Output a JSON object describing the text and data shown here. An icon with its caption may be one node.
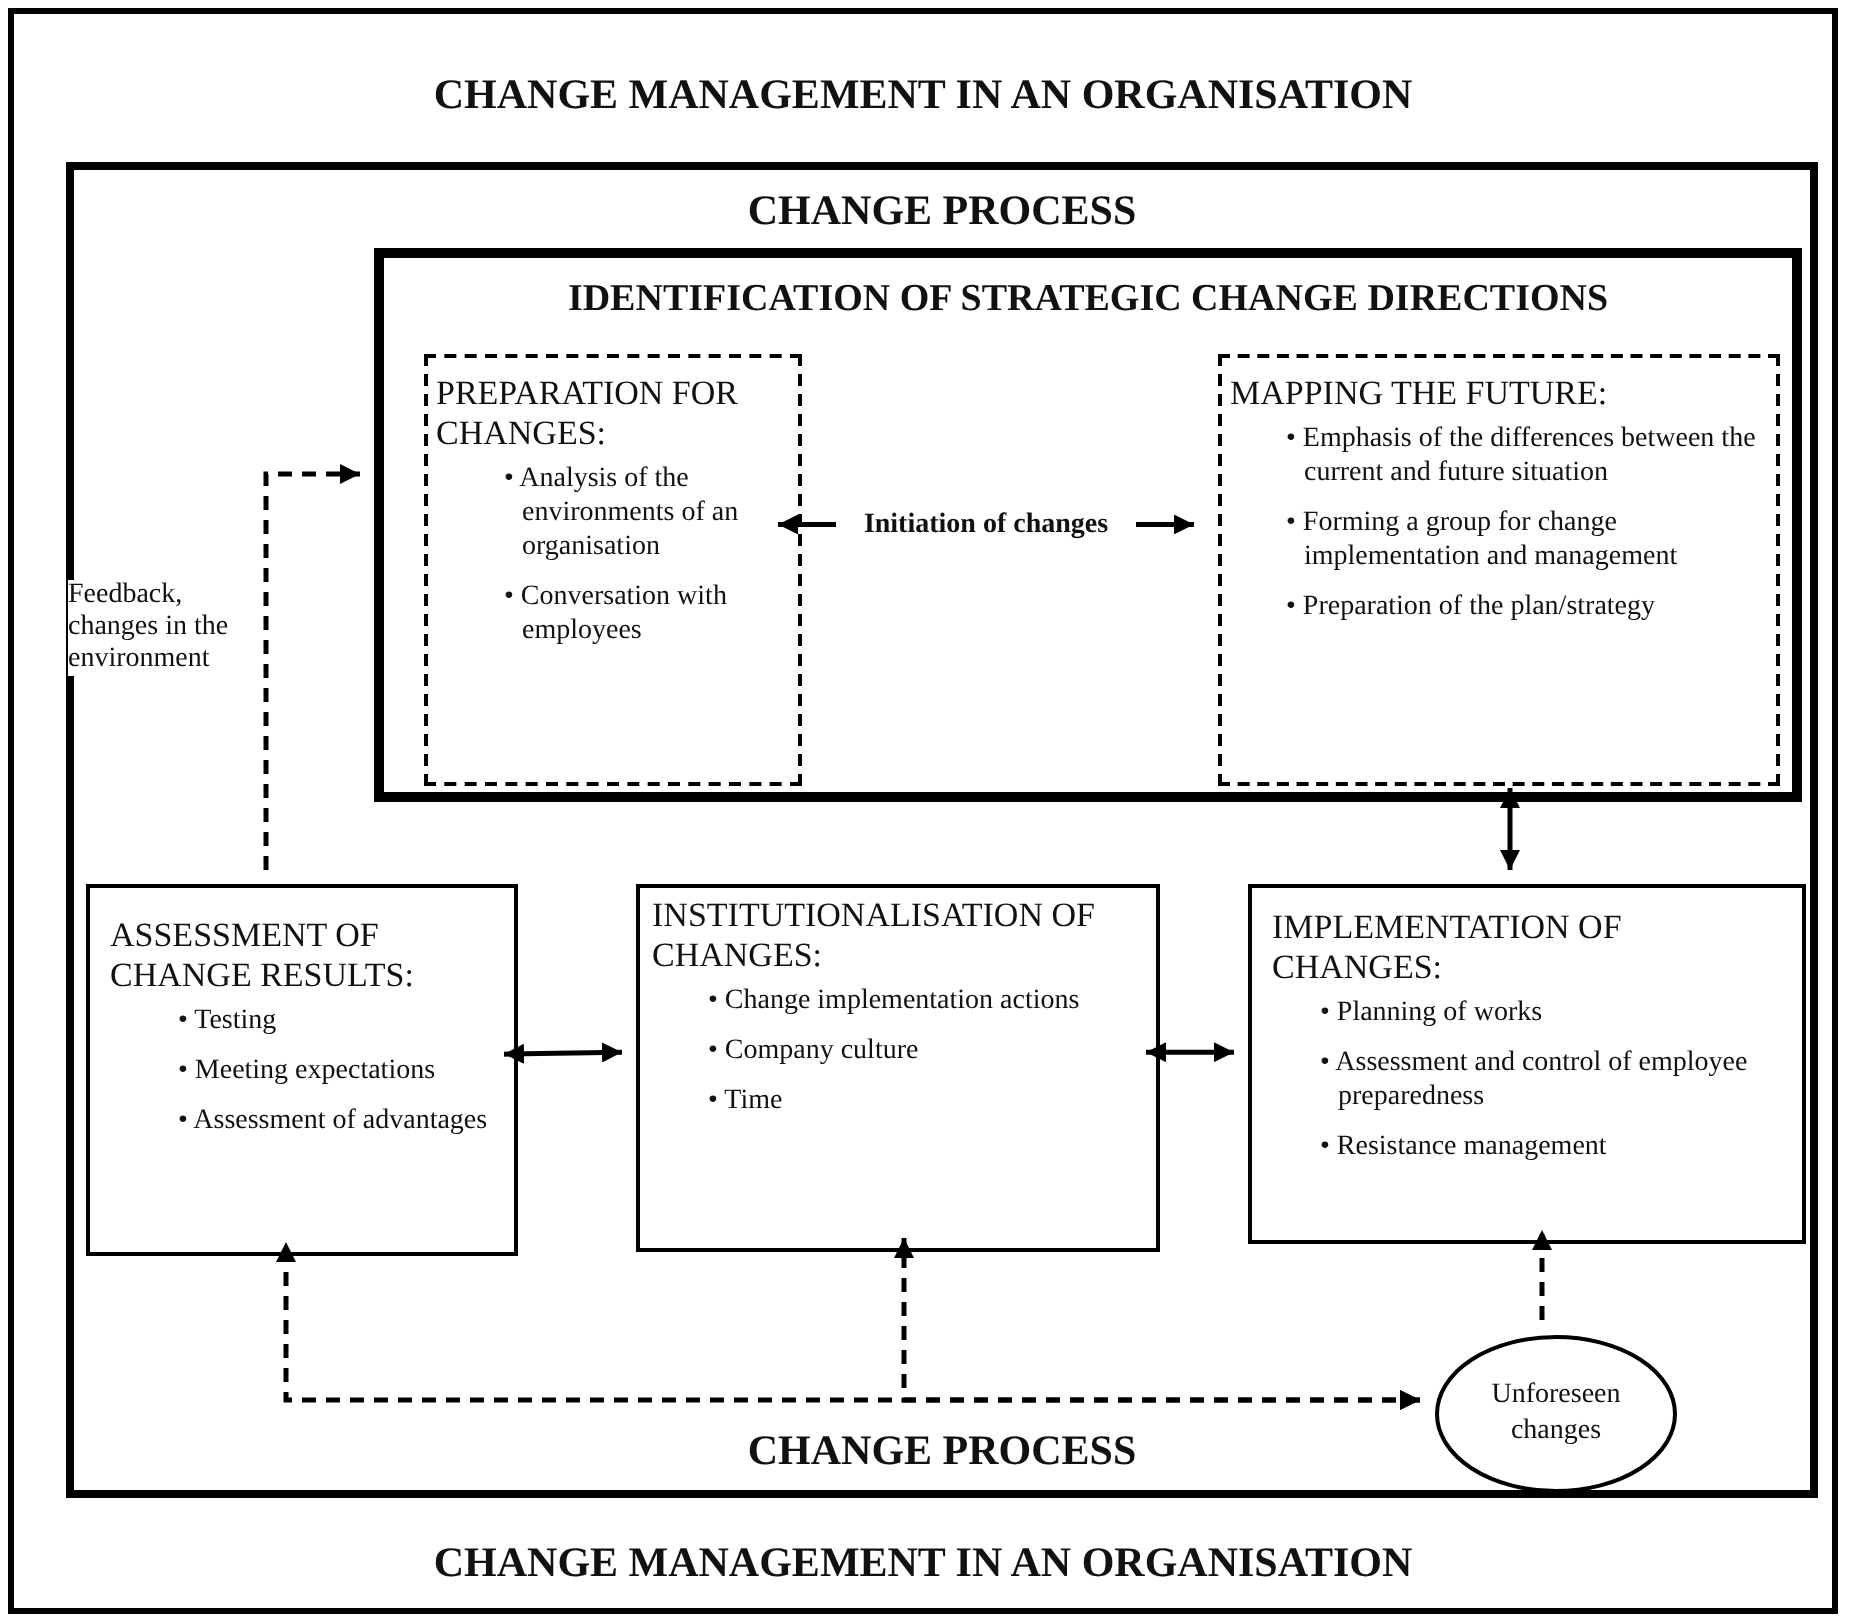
{
  "diagram": {
    "nodes": [
      {
        "text": [
          "CHANGE MANAGEMENT IN AN ORGANISATION",
          "CHANGE MANAGEMENT IN AN ORGANISATION"
        ]
      },
      {
        "text": [
          "CHANGE PROCESS",
          "CHANGE PROCESS"
        ],
        "in": 0
      },
      {
        "text": [
          "IDENTIFICATION OF STRATEGIC CHANGE DIRECTIONS"
        ],
        "in": 1
      },
      {
        "text": [
          "PREPARATION FOR CHANGES:",
          "• Analysis of the environments of an organisation",
          "• Conversation with employees"
        ],
        "in": 2
      },
      {
        "text": [
          "MAPPING THE FUTURE:",
          "• Emphasis of the differences between the current and future situation",
          "• Forming a group for change implementation and management",
          "• Preparation of the plan/strategy"
        ],
        "in": 2
      },
      {
        "text": [
          "ASSESSMENT OF CHANGE RESULTS:",
          "• Testing",
          "• Meeting expectations",
          "• Assessment of advantages"
        ],
        "in": 1
      },
      {
        "text": [
          "INSTITUTIONALISATION OF CHANGES:",
          "• Change implementation actions",
          "• Company culture",
          "• Time"
        ],
        "in": 1
      },
      {
        "text": [
          "IMPLEMENTATION OF CHANGES:",
          "• Planning of works",
          "• Assessment and control of employee preparedness",
          "• Resistance management"
        ],
        "in": 1
      },
      {
        "text": [
          "Unforeseen changes"
        ],
        "in": 1
      }
    ],
    "edges": [
      {
        "from": 3,
        "to": 4,
        "arrow": "both",
        "label": "Initiation of changes"
      },
      {
        "from": 2,
        "to": 7,
        "arrow": "both"
      },
      {
        "from": 5,
        "to": 6,
        "arrow": "both"
      },
      {
        "from": 6,
        "to": 7,
        "arrow": "both"
      },
      {
        "from": 5,
        "to": 2,
        "arrow": "to",
        "style": "dashed",
        "label": "Feedback, changes in the environment"
      },
      {
        "from": 8,
        "to": 5,
        "arrow": "both",
        "style": "dashed"
      },
      {
        "from": 8,
        "to": 6,
        "arrow": "both",
        "style": "dashed"
      },
      {
        "from": 8,
        "to": 7,
        "arrow": "to",
        "style": "dashed"
      }
    ]
  }
}
